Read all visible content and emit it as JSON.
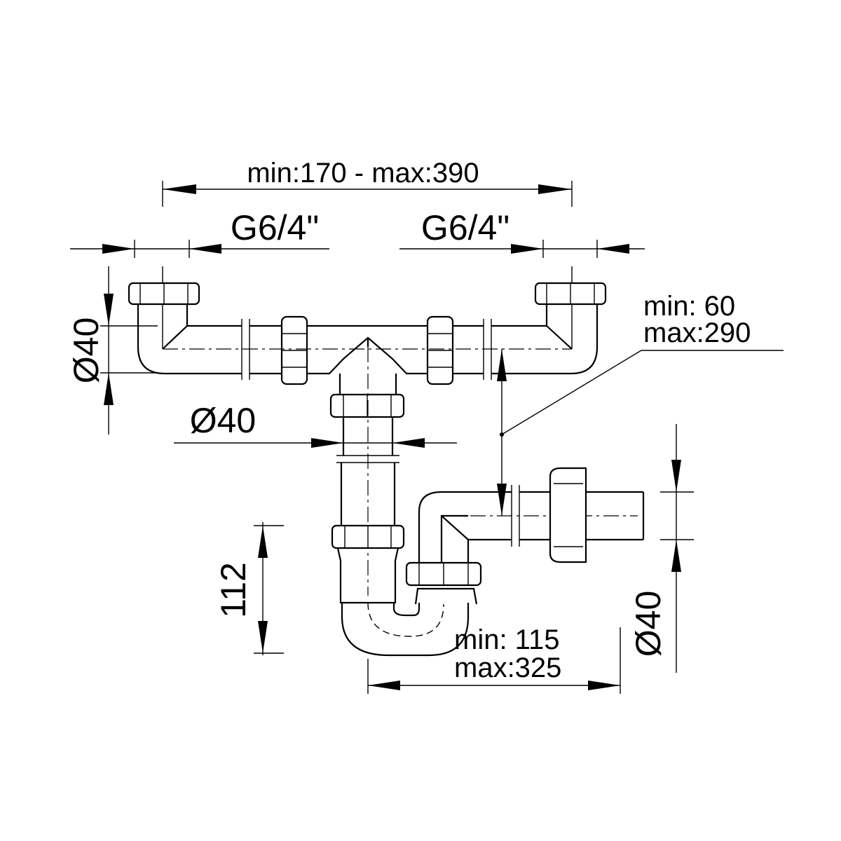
{
  "dimensions": {
    "overall_width": "min:170 - max:390",
    "thread_left": "G6/4\"",
    "thread_right": "G6/4\"",
    "dia_left": "Ø40",
    "dia_outlet": "Ø40",
    "dia_right": "Ø40",
    "vertical_min": "min:   60",
    "vertical_max": "max:290",
    "height_112": "112",
    "horizontal_min": "min: 115",
    "horizontal_max": "max:325"
  }
}
